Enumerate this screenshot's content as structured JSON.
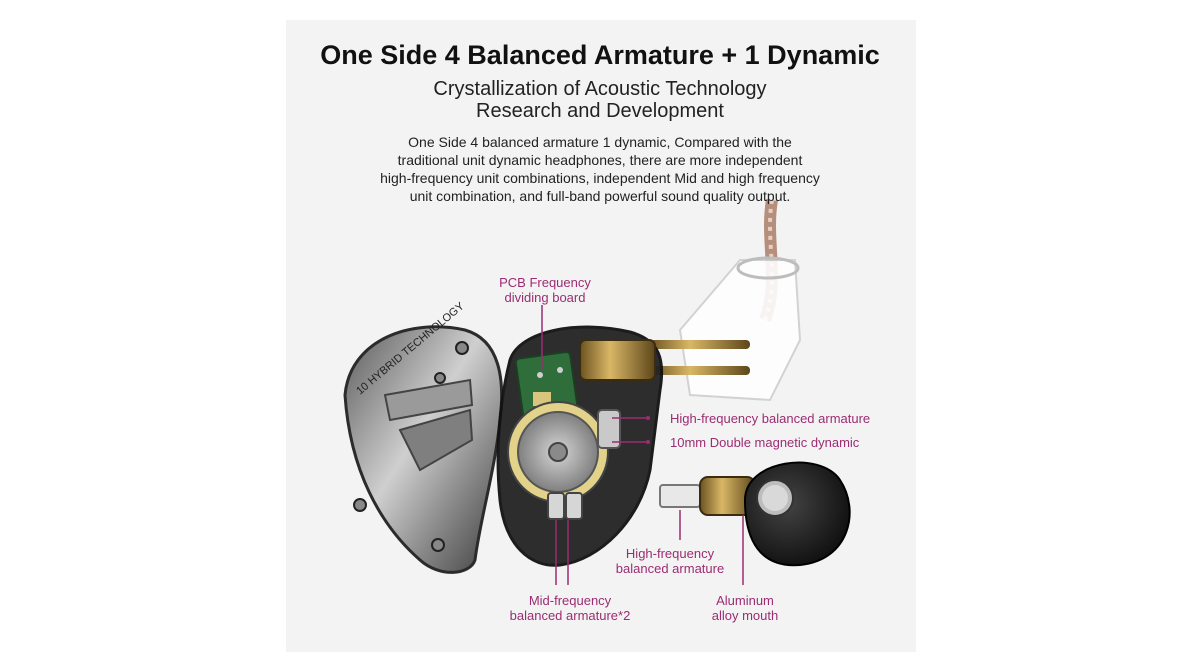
{
  "heading": {
    "title": "One Side 4 Balanced Armature + 1 Dynamic",
    "subtitle_line1": "Crystallization of Acoustic Technology",
    "subtitle_line2": "Research and Development",
    "description": [
      "One Side 4 balanced armature 1 dynamic, Compared with the",
      "traditional unit dynamic headphones, there are more independent",
      "high-frequency unit combinations, independent Mid and high frequency",
      "unit combination, and full-band powerful sound quality output."
    ]
  },
  "labels": {
    "pcb_line1": "PCB Frequency",
    "pcb_line2": "dividing board",
    "hf_ba_right": "High-frequency balanced armature",
    "dynamic_10mm": "10mm Double magnetic dynamic",
    "hf_ba_bottom_line1": "High-frequency",
    "hf_ba_bottom_line2": "balanced armature",
    "mid_ba_line1": "Mid-frequency",
    "mid_ba_line2": "balanced armature*2",
    "alu_line1": "Aluminum",
    "alu_line2": "alloy mouth"
  },
  "faceplate_text": "10 HYBRID TECHNOLOGY",
  "colors": {
    "callout": "#9b2d72",
    "panel_bg": "#f3f3f3"
  }
}
